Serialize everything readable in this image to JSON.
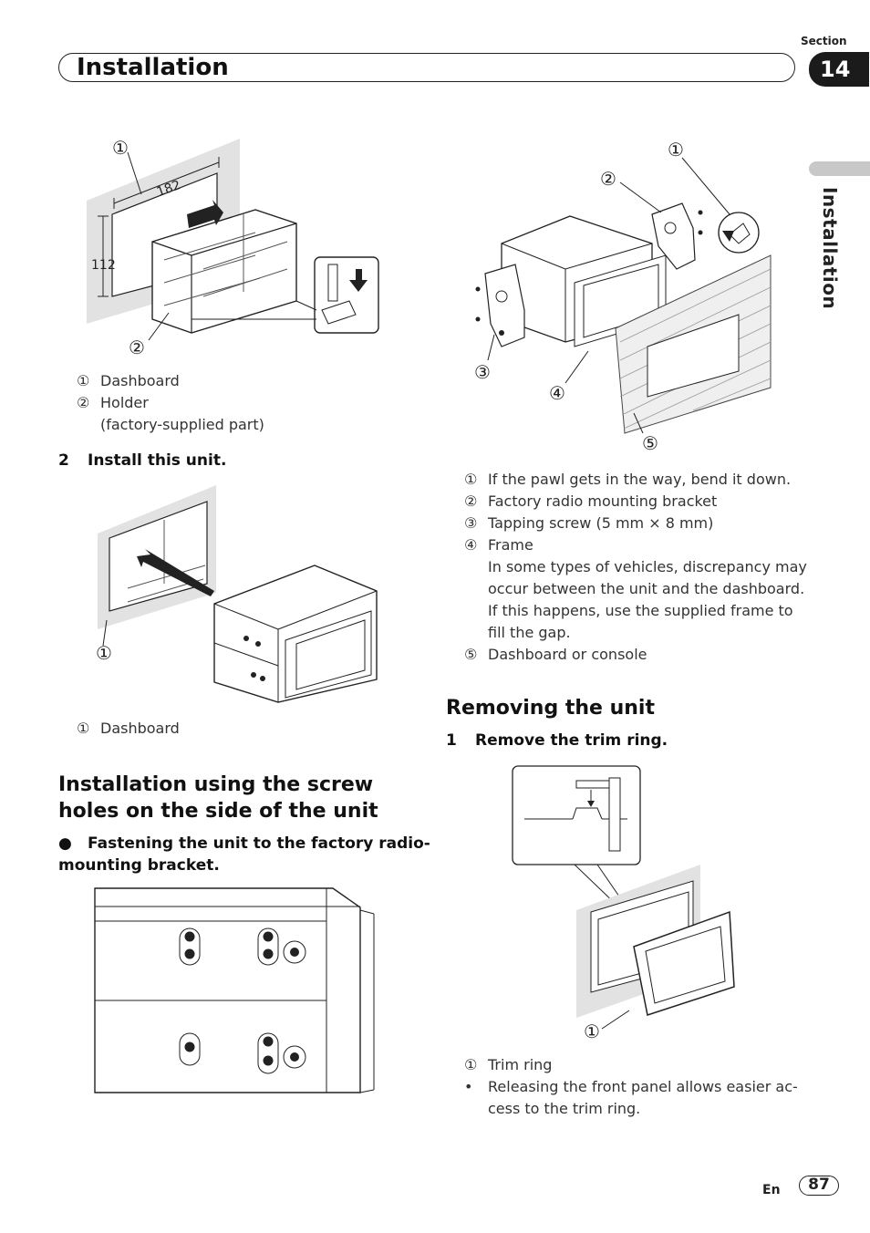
{
  "header": {
    "title": "Installation",
    "section_label": "Section",
    "section_number": "14"
  },
  "side_tab": {
    "label": "Installation"
  },
  "figure1": {
    "callout_1": "①",
    "callout_2": "②",
    "dim_width": "182",
    "dim_height": "112",
    "captions": [
      {
        "num": "①",
        "text": "Dashboard"
      },
      {
        "num": "②",
        "text": "Holder"
      },
      {
        "num": "",
        "text": "(factory-supplied part)"
      }
    ]
  },
  "step2": {
    "num": "2",
    "text": "Install this unit."
  },
  "figure2": {
    "callout_1": "①",
    "caption_num": "①",
    "caption_text": "Dashboard"
  },
  "section_screw": {
    "heading_line1": "Installation using the screw",
    "heading_line2": "holes on the side of the unit",
    "bullet": "●",
    "bullet_line1": "Fastening the unit to the factory radio-",
    "bullet_line2": "mounting bracket."
  },
  "figure_right": {
    "callout_1": "①",
    "callout_2": "②",
    "callout_3": "③",
    "callout_4": "④",
    "callout_5": "⑤",
    "captions": [
      {
        "num": "①",
        "text": "If the pawl gets in the way, bend it down."
      },
      {
        "num": "②",
        "text": "Factory radio mounting bracket"
      },
      {
        "num": "③",
        "text": "Tapping screw (5 mm  × 8 mm)"
      },
      {
        "num": "④",
        "text": "Frame"
      },
      {
        "num": "",
        "text": "In some types of vehicles, discrepancy may"
      },
      {
        "num": "",
        "text": "occur between the unit and the dashboard."
      },
      {
        "num": "",
        "text": "If this happens, use the supplied frame to"
      },
      {
        "num": "",
        "text": "fill the gap."
      },
      {
        "num": "⑤",
        "text": "Dashboard or console"
      }
    ]
  },
  "section_remove": {
    "heading": "Removing the unit",
    "step_num": "1",
    "step_text": "Remove the trim ring.",
    "callout_1": "①",
    "captions": [
      {
        "num": "①",
        "text": "Trim ring"
      },
      {
        "num": "•",
        "text": "Releasing the front panel allows easier ac-"
      },
      {
        "num": "",
        "text": "cess to the trim ring."
      }
    ]
  },
  "footer": {
    "lang": "En",
    "page": "87"
  }
}
